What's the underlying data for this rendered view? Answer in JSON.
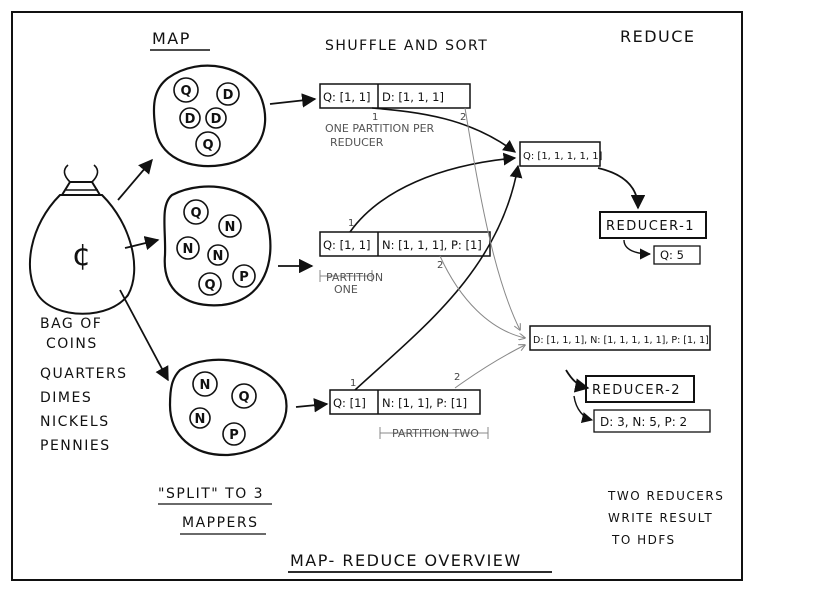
{
  "diagram": {
    "title": "MAP- REDUCE OVERVIEW",
    "stage_labels": {
      "map": "MAP",
      "shuffle": "SHUFFLE AND SORT",
      "reduce": "REDUCE"
    },
    "bag": {
      "symbol": "¢",
      "label_lines": [
        "BAG OF",
        "COINS"
      ],
      "coin_types": [
        "QUARTERS",
        "DIMES",
        "NICKELS",
        "PENNIES"
      ]
    },
    "split_caption": [
      "\"SPLIT\" TO 3",
      "MAPPERS"
    ],
    "mappers": [
      {
        "coins": [
          "Q",
          "D",
          "D",
          "D",
          "Q"
        ]
      },
      {
        "coins": [
          "Q",
          "N",
          "N",
          "N",
          "Q",
          "P"
        ]
      },
      {
        "coins": [
          "N",
          "Q",
          "N",
          "P"
        ]
      }
    ],
    "mapper_outputs": [
      {
        "left": "Q: [1, 1]",
        "right": "D: [1, 1, 1]"
      },
      {
        "left": "Q: [1, 1]",
        "right": "N: [1, 1, 1], P: [1]"
      },
      {
        "left": "Q: [1]",
        "right": "N: [1, 1], P: [1]"
      }
    ],
    "partition_numbers": {
      "one": "1",
      "two": "2"
    },
    "notes": {
      "partition_per_reducer": [
        "ONE PARTITION PER",
        "REDUCER"
      ],
      "partition_one": [
        "PARTITION",
        "ONE"
      ],
      "partition_two": "PARTITION TWO"
    },
    "shuffled": {
      "r1": "Q: [1, 1, 1, 1, 1]",
      "r2": "D: [1, 1, 1], N: [1, 1, 1, 1, 1], P: [1, 1]"
    },
    "reducers": [
      {
        "name": "REDUCER-1",
        "result": "Q: 5"
      },
      {
        "name": "REDUCER-2",
        "result": "D: 3, N: 5, P: 2"
      }
    ],
    "footer_note": [
      "TWO REDUCERS",
      "WRITE RESULT",
      "TO HDFS"
    ]
  },
  "colors": {
    "ink": "#111111",
    "pencil": "#888888",
    "paper": "#ffffff"
  }
}
